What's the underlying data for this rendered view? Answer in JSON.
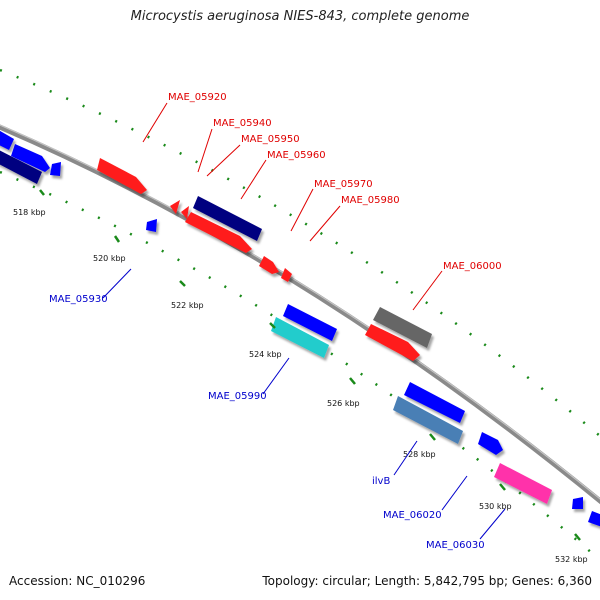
{
  "title": "Microcystis aeruginosa NIES-843, complete genome",
  "accession": "Accession: NC_010296",
  "summary": "Topology: circular; Length: 5,842,795 bp; Genes: 6,360",
  "colors": {
    "backbone": "#8a8a8a",
    "plus_label": "#e00000",
    "minus_label": "#0000cc",
    "tick_dots": "#1a8a1a"
  },
  "position_ticks": [
    "518 kbp",
    "520 kbp",
    "522 kbp",
    "524 kbp",
    "526 kbp",
    "528 kbp",
    "530 kbp",
    "532 kbp"
  ],
  "plus_strand_labels": [
    "MAE_05920",
    "MAE_05940",
    "MAE_05950",
    "MAE_05960",
    "MAE_05970",
    "MAE_05980",
    "MAE_06000"
  ],
  "minus_strand_labels": [
    "MAE_05930",
    "MAE_05990",
    "ilvB",
    "MAE_06020",
    "MAE_06030"
  ]
}
